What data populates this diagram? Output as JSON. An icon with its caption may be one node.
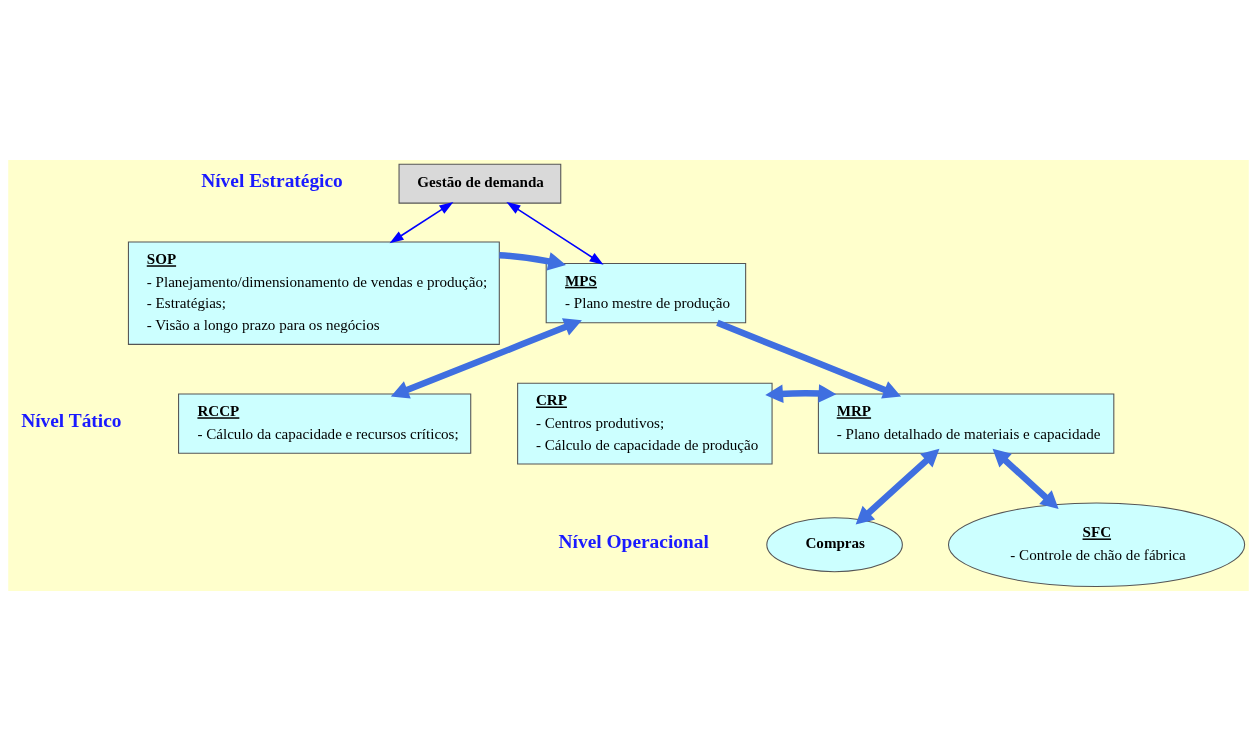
{
  "diagram": {
    "nodes": [
      {
        "text": [
          "Gestão de demanda"
        ]
      },
      {
        "text": [
          "SOP",
          "- Planejamento/dimensionamento de vendas e produção;",
          "- Estratégias;",
          "- Visão a longo prazo para os negócios"
        ]
      },
      {
        "text": [
          "MPS",
          "- Plano mestre de produção"
        ]
      },
      {
        "text": [
          "RCCP",
          "- Cálculo da capacidade e recursos críticos;"
        ]
      },
      {
        "text": [
          "CRP",
          "- Centros produtivos;",
          "- Cálculo de capacidade de produção"
        ]
      },
      {
        "text": [
          "MRP",
          "- Plano detalhado de materiais e capacidade"
        ]
      },
      {
        "text": [
          "Compras"
        ]
      },
      {
        "text": [
          "SFC",
          "- Controle de chão de fábrica"
        ]
      }
    ],
    "edges": [
      {
        "from": 0,
        "to": 1,
        "arrow": "both",
        "color": "#0000ff"
      },
      {
        "from": 1,
        "to": 2,
        "arrow": "to"
      },
      {
        "from": 0,
        "to": 2,
        "arrow": "both",
        "color": "#0000ff"
      },
      {
        "from": 2,
        "to": 3,
        "arrow": "both"
      },
      {
        "from": 2,
        "to": 5,
        "arrow": "to"
      },
      {
        "from": 4,
        "to": 5,
        "arrow": "both"
      },
      {
        "from": 5,
        "to": 6,
        "arrow": "both"
      },
      {
        "from": 5,
        "to": 7,
        "arrow": "both"
      }
    ],
    "labels": [
      "Nível Estratégico",
      "Nível Tático",
      "Nível Operacional"
    ]
  }
}
